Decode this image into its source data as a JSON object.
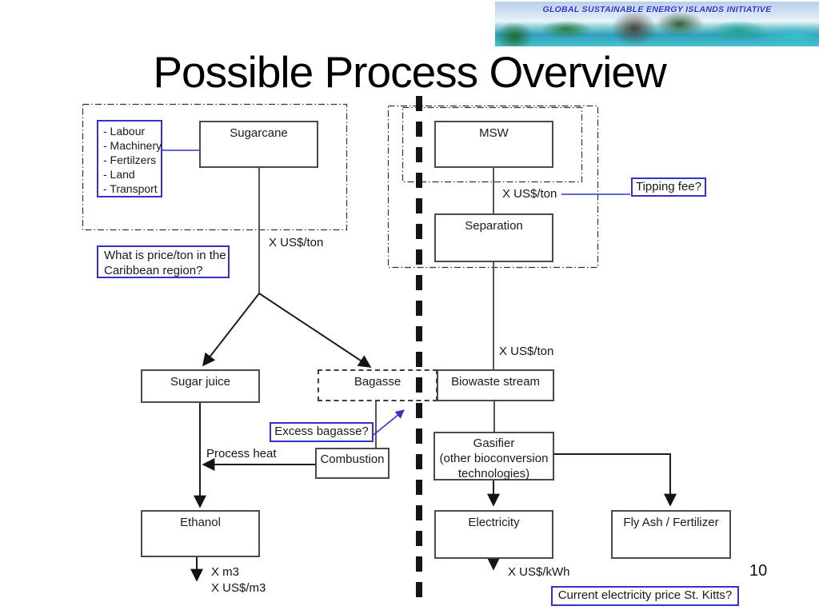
{
  "slide": {
    "title": "Possible Process Overview",
    "page_number": "10",
    "banner_text": "GLOBAL SUSTAINABLE ENERGY ISLANDS INITIATIVE"
  },
  "colors": {
    "accent_blue": "#3333cc",
    "box_border": "#4a4a4a",
    "connector_gray": "#595959",
    "divider_black": "#141414"
  },
  "diagram": {
    "boxes": {
      "sugarcane": "Sugarcane",
      "msw": "MSW",
      "separation": "Separation",
      "sugar_juice": "Sugar juice",
      "bagasse": "Bagasse",
      "biowaste_stream": "Biowaste stream",
      "combustion": "Combustion",
      "ethanol": "Ethanol",
      "electricity": "Electricity",
      "fly_ash": "Fly Ash / Fertilizer"
    },
    "gasifier": {
      "line1": "Gasifier",
      "line2": "(other bioconversion",
      "line3": "technologies)"
    },
    "inputs": [
      "- Labour",
      "- Machinery",
      "- Fertilzers",
      "- Land",
      "- Transport"
    ],
    "notes": {
      "price_question_line1": "What is price/ton in the",
      "price_question_line2": "Caribbean region?",
      "tipping_fee": "Tipping fee?",
      "excess_bagasse": "Excess bagasse?",
      "current_electricity": "Current electricity price St. Kitts?"
    },
    "labels": {
      "cane_price": "X US$/ton",
      "msw_tipping_price": "X US$/ton",
      "biowaste_price": "X US$/ton",
      "process_heat": "Process heat",
      "ethanol_volume": "X m3",
      "ethanol_price": "X US$/m3",
      "electricity_price": "X US$/kWh"
    }
  }
}
